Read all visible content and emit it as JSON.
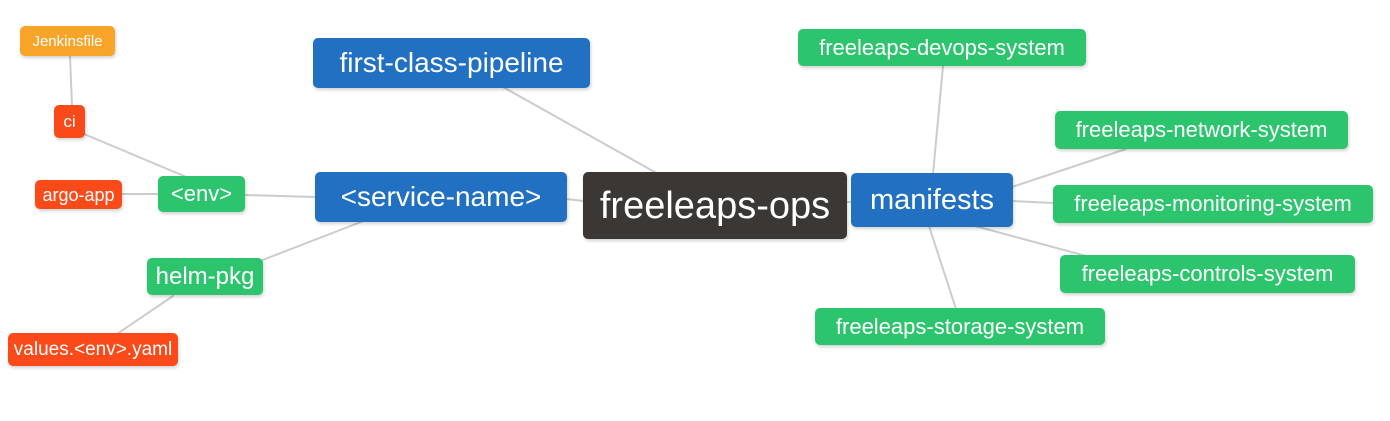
{
  "diagram": {
    "type": "mindmap",
    "root": "freeleaps-ops",
    "palette": {
      "root_node": "#3B3735",
      "branch_node": "#2170C2",
      "green_node": "#2CC56D",
      "red_node": "#FB4A1A",
      "orange_node": "#F7A428",
      "edge": "#CCCCCC",
      "node_text": "#FFFFFF",
      "background": "#FFFFFF"
    },
    "nodes": [
      {
        "id": "jenkinsfile",
        "label": "Jenkinsfile",
        "color": "orange"
      },
      {
        "id": "ci",
        "label": "ci",
        "color": "red"
      },
      {
        "id": "argo-app",
        "label": "argo-app",
        "color": "red"
      },
      {
        "id": "env",
        "label": "<env>",
        "color": "green"
      },
      {
        "id": "helm-pkg",
        "label": "helm-pkg",
        "color": "green"
      },
      {
        "id": "values-env-yaml",
        "label": "values.<env>.yaml",
        "color": "red"
      },
      {
        "id": "first-class-pipeline",
        "label": "first-class-pipeline",
        "color": "blue"
      },
      {
        "id": "service-name",
        "label": "<service-name>",
        "color": "blue"
      },
      {
        "id": "freeleaps-ops",
        "label": "freeleaps-ops",
        "color": "dark"
      },
      {
        "id": "manifests",
        "label": "manifests",
        "color": "blue"
      },
      {
        "id": "freeleaps-devops-system",
        "label": "freeleaps-devops-system",
        "color": "green"
      },
      {
        "id": "freeleaps-network-system",
        "label": "freeleaps-network-system",
        "color": "green"
      },
      {
        "id": "freeleaps-monitoring-system",
        "label": "freeleaps-monitoring-system",
        "color": "green"
      },
      {
        "id": "freeleaps-controls-system",
        "label": "freeleaps-controls-system",
        "color": "green"
      },
      {
        "id": "freeleaps-storage-system",
        "label": "freeleaps-storage-system",
        "color": "green"
      }
    ],
    "edges": [
      {
        "from": "jenkinsfile",
        "to": "ci"
      },
      {
        "from": "ci",
        "to": "env"
      },
      {
        "from": "argo-app",
        "to": "env"
      },
      {
        "from": "env",
        "to": "service-name"
      },
      {
        "from": "helm-pkg",
        "to": "service-name"
      },
      {
        "from": "values-env-yaml",
        "to": "helm-pkg"
      },
      {
        "from": "first-class-pipeline",
        "to": "freeleaps-ops"
      },
      {
        "from": "service-name",
        "to": "freeleaps-ops"
      },
      {
        "from": "freeleaps-ops",
        "to": "manifests"
      },
      {
        "from": "manifests",
        "to": "freeleaps-devops-system"
      },
      {
        "from": "manifests",
        "to": "freeleaps-network-system"
      },
      {
        "from": "manifests",
        "to": "freeleaps-monitoring-system"
      },
      {
        "from": "manifests",
        "to": "freeleaps-controls-system"
      },
      {
        "from": "manifests",
        "to": "freeleaps-storage-system"
      }
    ]
  }
}
